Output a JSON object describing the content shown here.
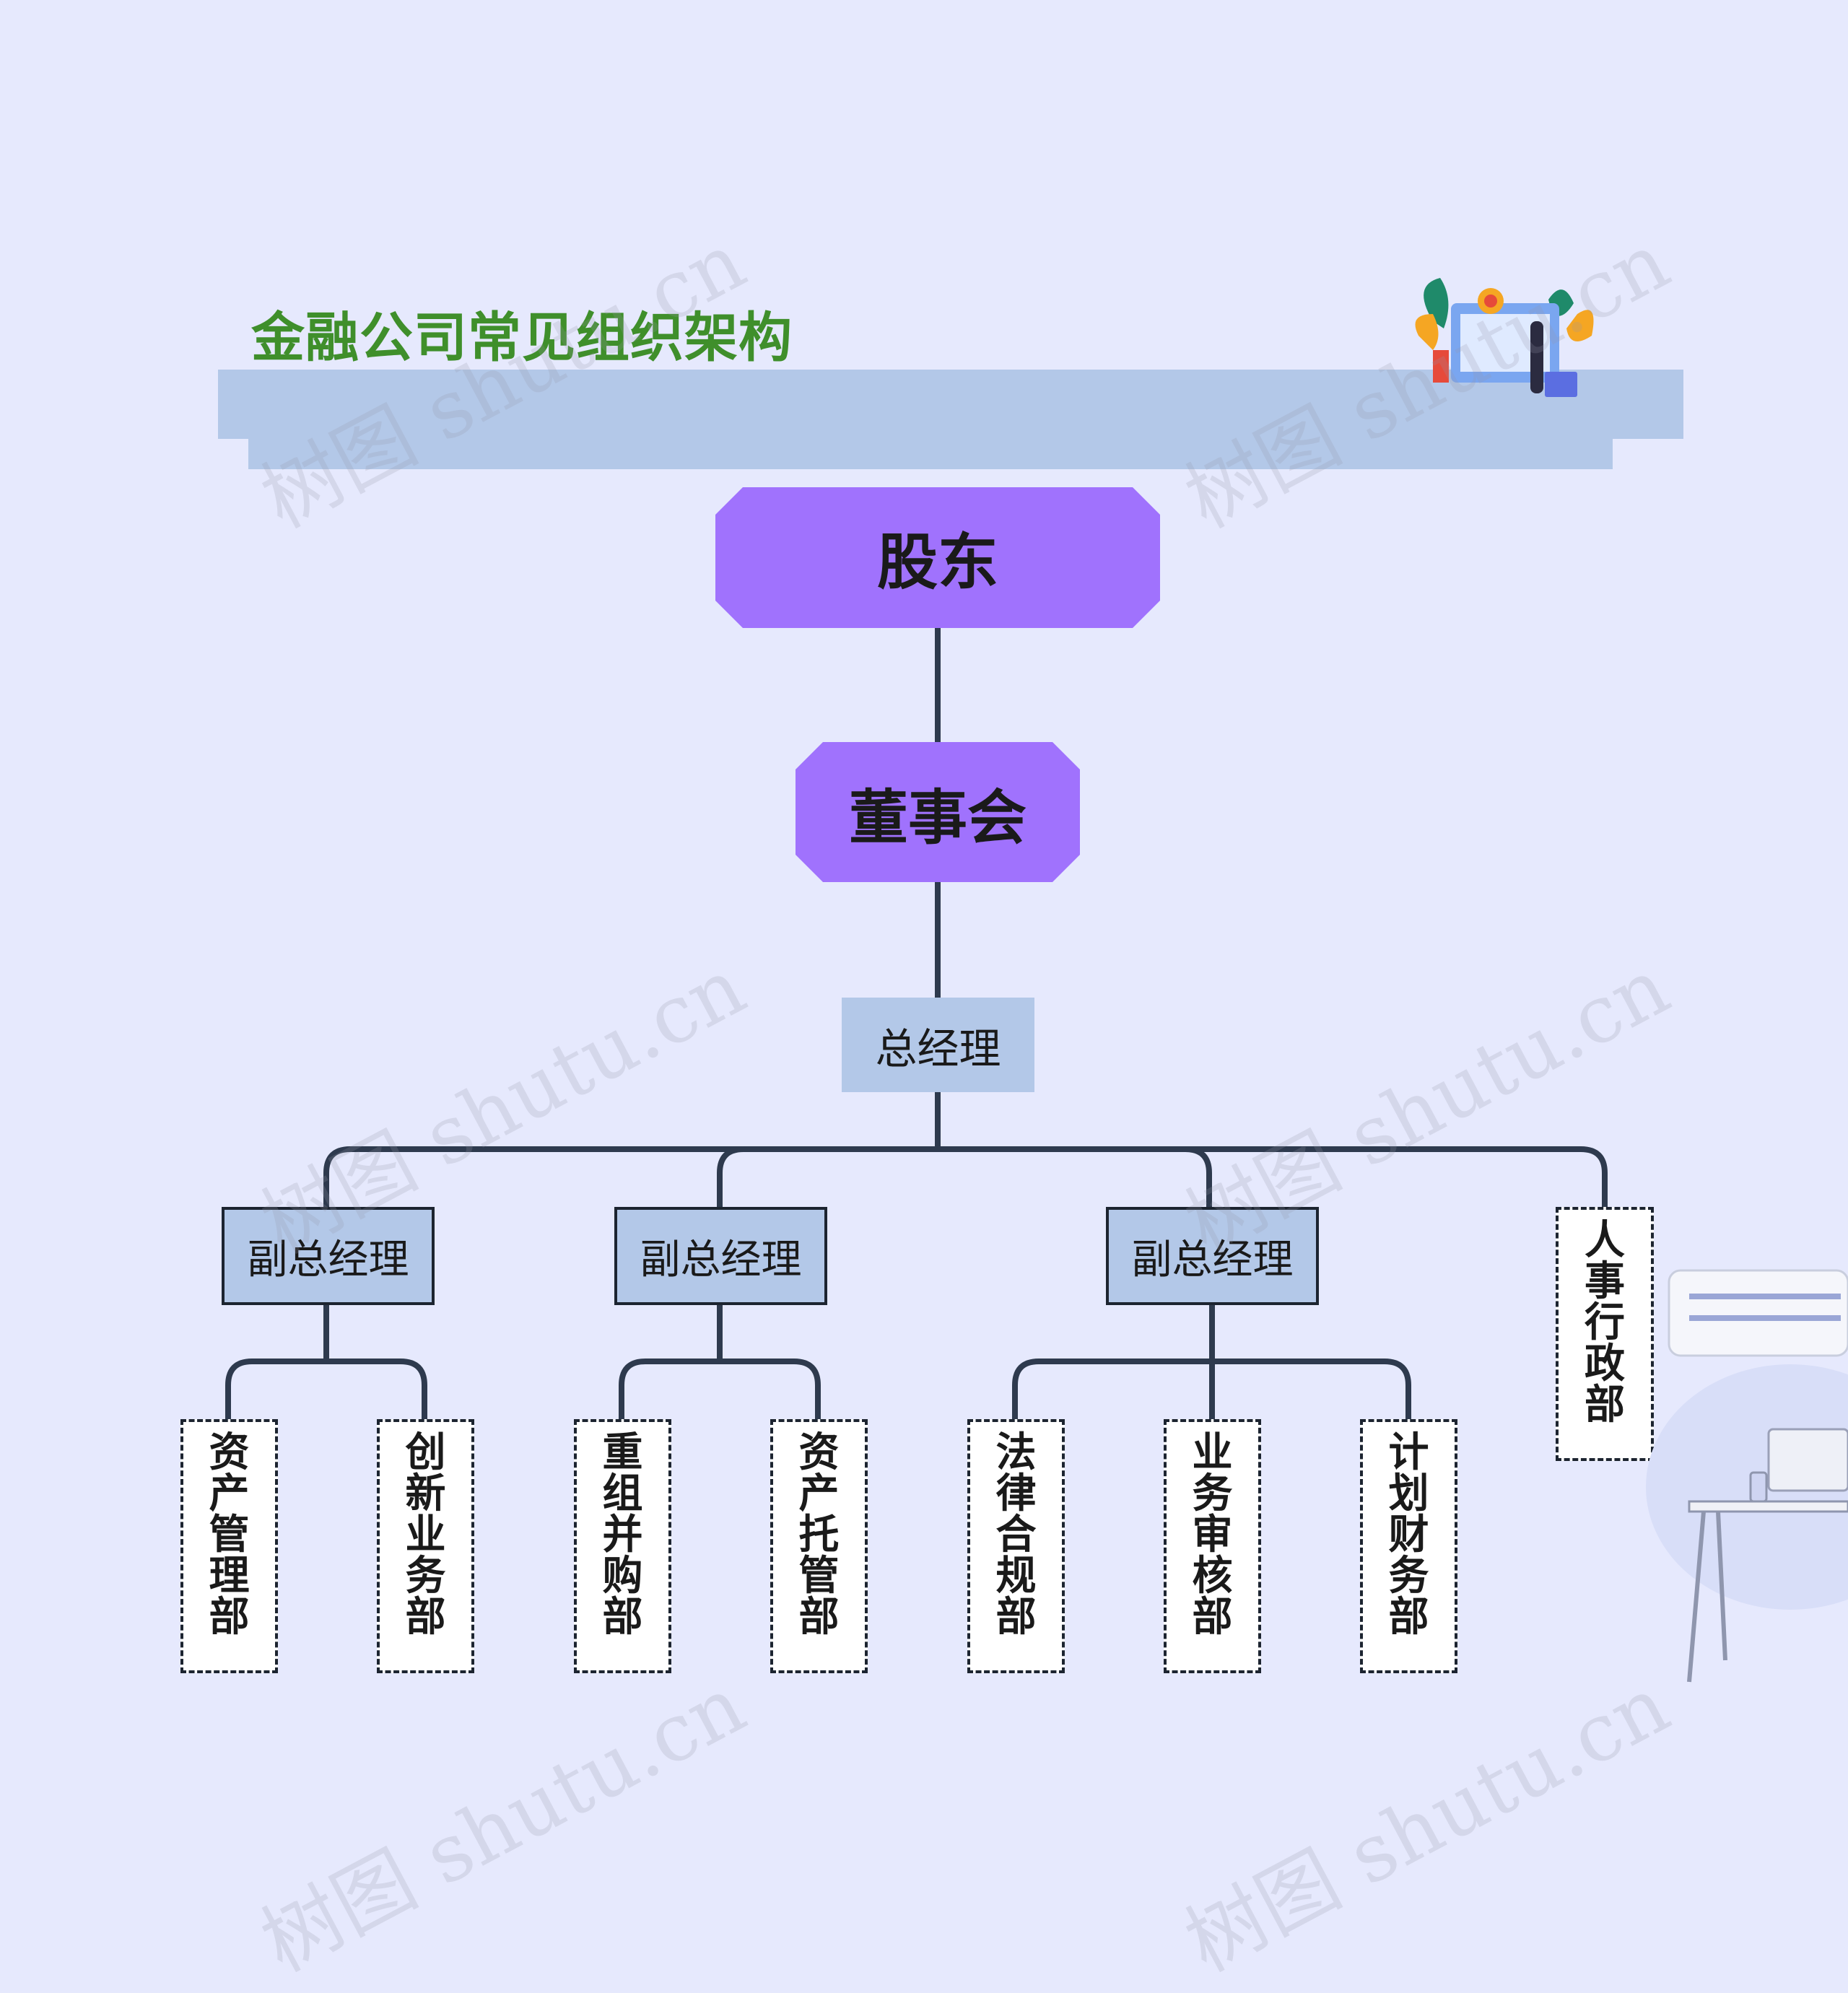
{
  "title": "金融公司常见组织架构",
  "nodes": {
    "shareholders": "股东",
    "board": "董事会",
    "general_manager": "总经理",
    "vp_1": "副总经理",
    "vp_2": "副总经理",
    "vp_3": "副总经理",
    "hr_admin": "人事行政部",
    "asset_management": "资产管理部",
    "innovation_business": "创新业务部",
    "restructuring_ma": "重组并购部",
    "asset_custody": "资产托管部",
    "legal_compliance": "法律合规部",
    "business_audit": "业务审核部",
    "planning_finance": "计划财务部"
  },
  "watermark": "树图 shutu.cn",
  "colors": {
    "background": "#e6e9fd",
    "title": "#3f8f2b",
    "octagon": "#a072fd",
    "box": "#b3c8e8",
    "line": "#2e3a4e"
  }
}
